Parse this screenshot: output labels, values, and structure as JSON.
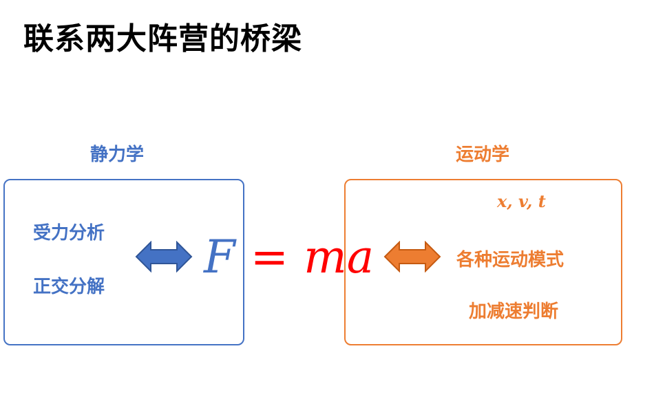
{
  "slide": {
    "title": "联系两大阵营的桥梁"
  },
  "statics": {
    "label": "静力学",
    "items": [
      "受力分析",
      "正交分解"
    ],
    "color": "#4472c4"
  },
  "kinematics": {
    "label": "运动学",
    "variables": "x, v, t",
    "items": [
      "各种运动模式",
      "加减速判断"
    ],
    "color": "#ed7d31"
  },
  "formula": {
    "lhs": "F",
    "equals": "=",
    "rhs": "ma",
    "lhs_color": "#4472c4",
    "rhs_color": "#ff0000"
  },
  "icons": {
    "left_arrow": "double-headed-arrow-icon",
    "right_arrow": "double-headed-arrow-icon"
  }
}
